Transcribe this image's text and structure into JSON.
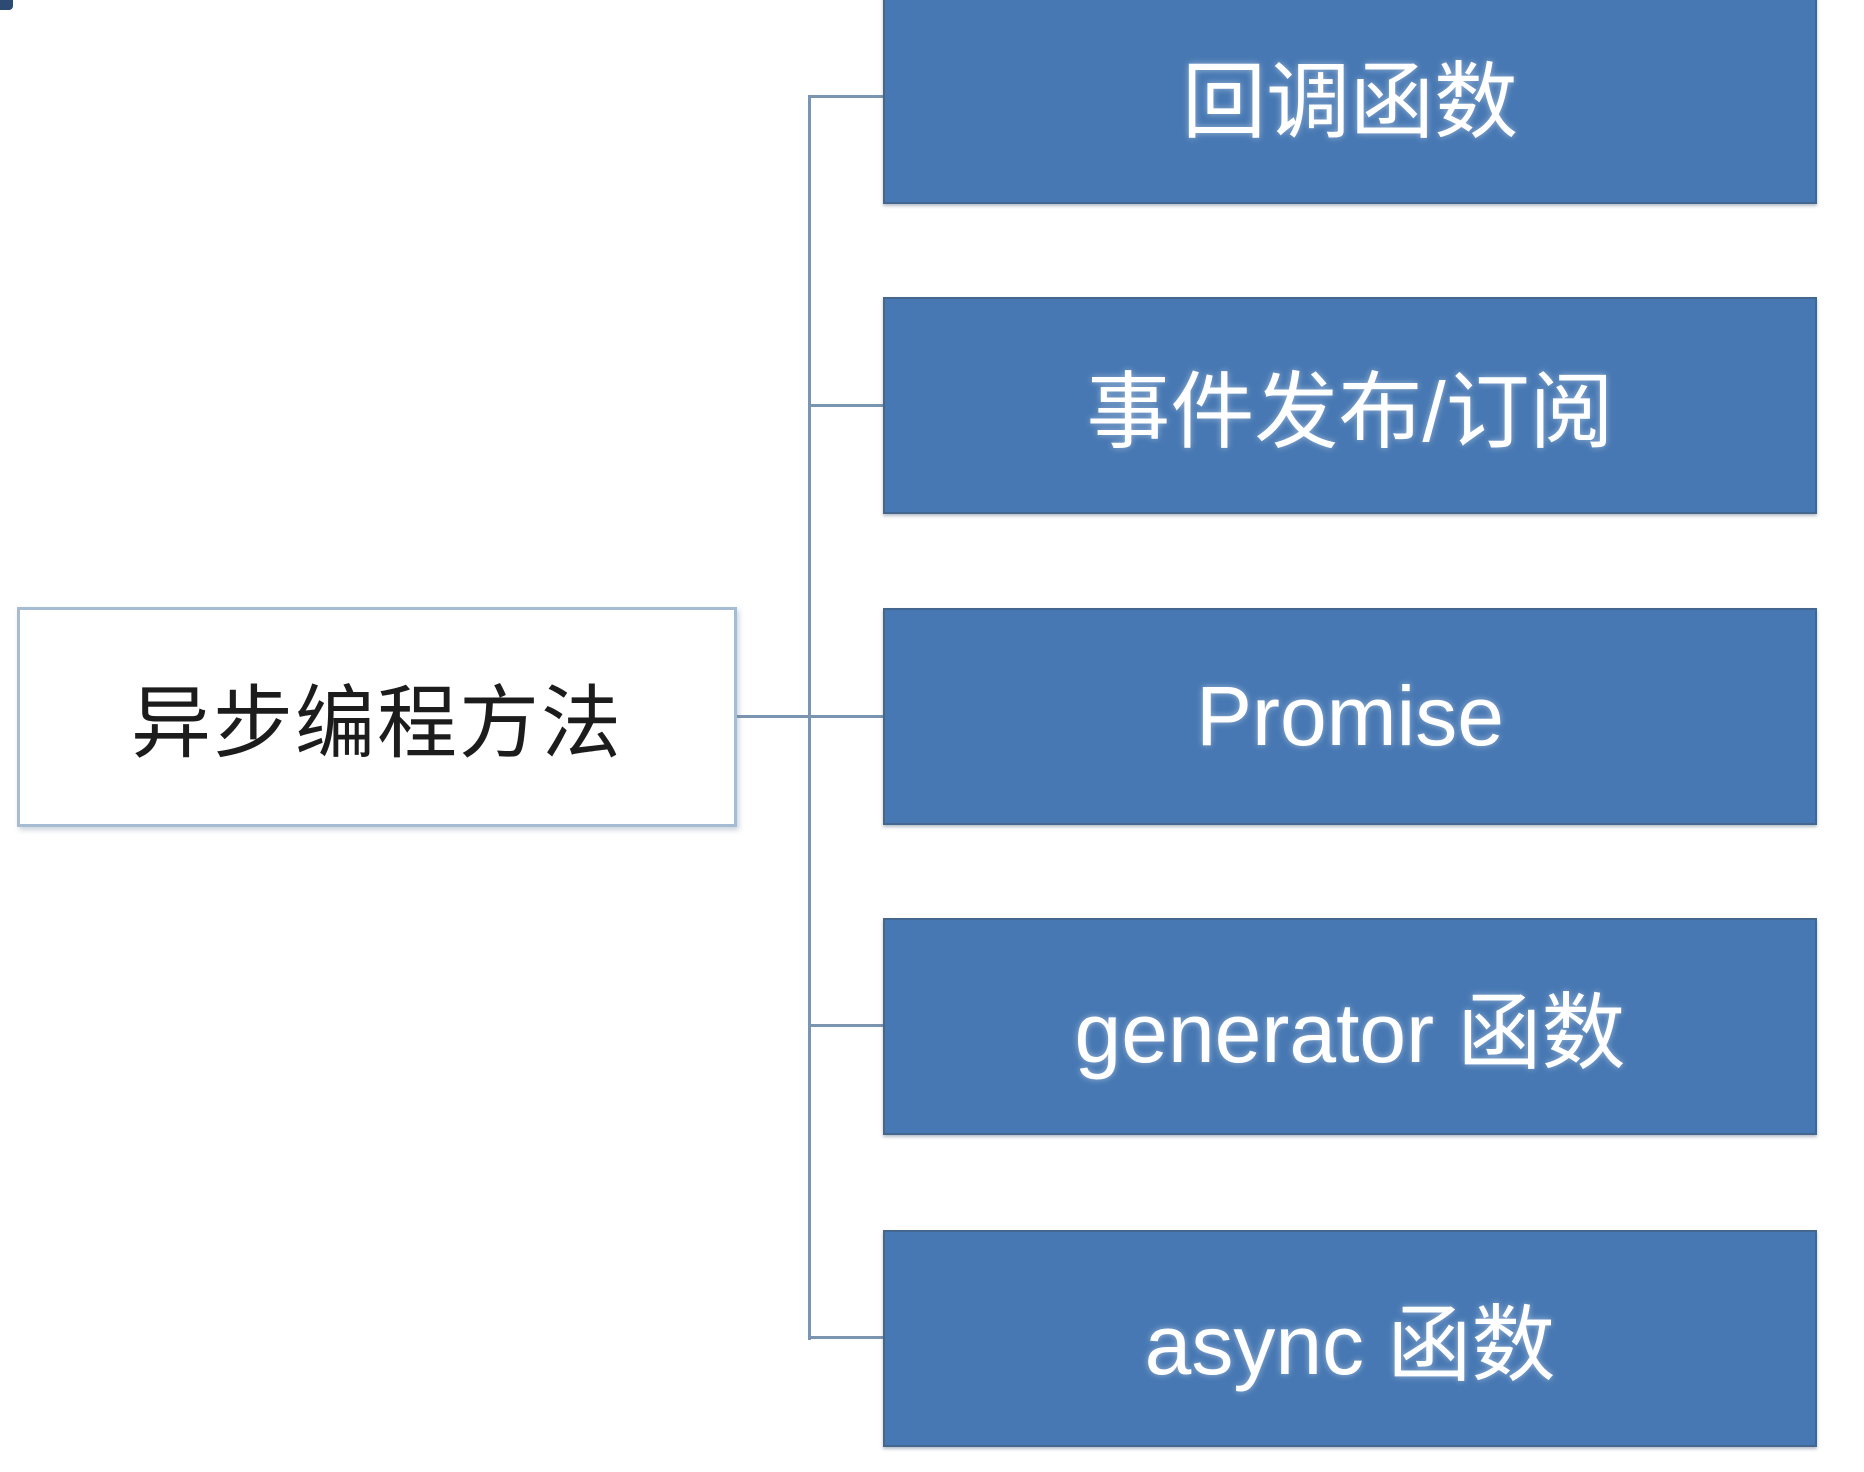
{
  "diagram": {
    "type": "tree",
    "orientation": "left-to-right",
    "root": {
      "label": "异步编程方法"
    },
    "children": [
      {
        "label": "回调函数"
      },
      {
        "label": "事件发布/订阅"
      },
      {
        "label": "Promise"
      },
      {
        "label": "generator 函数"
      },
      {
        "label": "async 函数"
      }
    ],
    "colors": {
      "child_fill": "#4778b3",
      "child_edge": "#44678f",
      "child_text": "#ffffff",
      "root_fill": "#ffffff",
      "root_border": "#a6bcd2",
      "root_text": "#1c1c1c",
      "connector": "#7b94af",
      "corner_accent": "#2d4a73",
      "background": "#ffffff"
    }
  }
}
